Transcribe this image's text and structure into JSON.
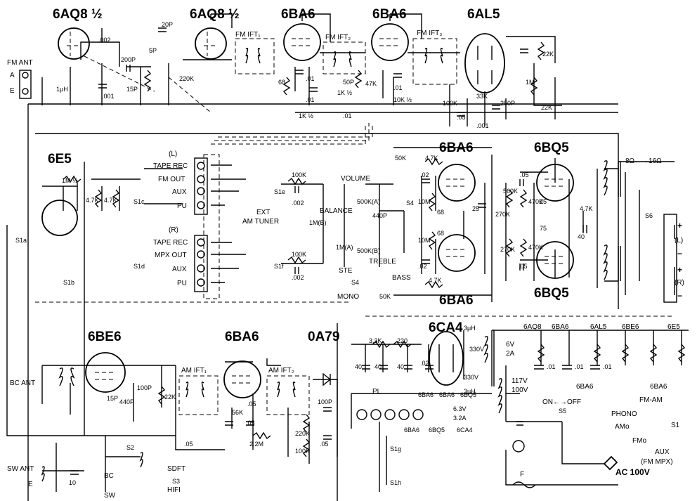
{
  "tubes": {
    "t1": "6AQ8 ½",
    "t2": "6AQ8 ½",
    "t3": "6BA6",
    "t4": "6BA6",
    "t5": "6AL5",
    "t6": "6E5",
    "t7": "6BA6",
    "t8": "6BQ5",
    "t9": "6BA6",
    "t10": "6BQ5",
    "t11": "6BE6",
    "t12": "6BA6",
    "t13": "0A79",
    "t14": "6CA4"
  },
  "ifts": {
    "fm1": "FM IFT₁",
    "fm2": "FM IFT₂",
    "fm3": "FM IFT₃",
    "am1": "AM IFT₁",
    "am2": "AM IFT₂"
  },
  "labels": {
    "fm_ant": "FM ANT",
    "ant_a": "A",
    "ant_e": "E",
    "bc_ant": "BC ANT",
    "sw_ant": "SW ANT",
    "sw_e": "E",
    "bc": "BC",
    "sw": "SW",
    "l_ch": "(L)",
    "r_ch": "(R)",
    "tape_rec_l": "TAPE REC",
    "fm_out": "FM OUT",
    "aux_l": "AUX",
    "pu_l": "PU",
    "tape_rec_r": "TAPE REC",
    "mpx_out": "MPX OUT",
    "aux_r": "AUX",
    "pu_r": "PU",
    "ext": "EXT",
    "am_tuner": "AM TUNER",
    "volume": "VOLUME",
    "balance": "BALANCE",
    "treble": "TREBLE",
    "bass": "BASS",
    "ste": "STE",
    "mono": "MONO",
    "s4": "S4",
    "s4b": "S4",
    "s1a": "S1a",
    "s1b": "S1b",
    "s1c": "S1c",
    "s1d": "S1d",
    "s1e": "S1e",
    "s1f": "S1f",
    "s1g": "S1g",
    "s1h": "S1h",
    "s2": "S2",
    "s3": "S3",
    "s5": "S5",
    "s6": "S6",
    "s1": "S1",
    "sdft": "SDFT",
    "hifi": "HIFI",
    "pl": "PL",
    "imp": "8Ω←→16Ω",
    "out_l": "(L)",
    "out_r": "(R)",
    "on_off": "ON←→OFF",
    "ac": "AC 100V",
    "fuse": "F",
    "sel_fm_am": "FM-AM",
    "sel_phono": "PHONO",
    "sel_amo": "AMo",
    "sel_fmo": "FMo",
    "sel_aux": "AUX",
    "sel_fmmpx": "(FM MPX)",
    "heater_6v": "6V",
    "heater_2a": "2A",
    "v117": "117V",
    "v100": "100V",
    "v330a": "330V",
    "v330b": "330V",
    "h63": "6.3V",
    "h32": "3.2A",
    "hl1": "6BA6",
    "hl2": "6BA6",
    "hl3": "6BQ5",
    "hl4": "6BA6",
    "hl5": "6BQ5",
    "hl6": "6CA4",
    "fh1": "6AQ8",
    "fh2": "6BA6",
    "fh3": "6AL5",
    "fh4": "6BE6",
    "fh5": "6E5",
    "fh6": "6BA6",
    "fh7": "6BA6",
    "plus_l": "+",
    "minus_l": "−",
    "plus_r": "+",
    "minus_r": "−"
  },
  "values": {
    "c002": ".002",
    "c001a": ".001",
    "c200p": "200P",
    "c15p": "15P",
    "c20p": "20P",
    "c5p": "5P",
    "r220k": "220K",
    "l1uh": "1μH",
    "r68a": "68",
    "c01a": ".01",
    "c01b": ".01",
    "r1k2": "1K ½",
    "r1k2b": "1K ½",
    "c50p": "50P",
    "r47k": "47K",
    "c01c": ".01",
    "r10k2": "10K ½",
    "r100k": "100K",
    "r33k": "33K",
    "c250p": "250P",
    "c05a": ".05",
    "c001b": ".001",
    "r1m": "1M",
    "r22ka": "22K",
    "r22kb": "22K",
    "c01d": ".01",
    "r1m2": "1M ½",
    "r47ka": "4.7K",
    "r47kb": "4.7K",
    "r50ka": "50K",
    "r47kc": "4.7K",
    "c02a": ".02",
    "c05b": ".05",
    "r100ka": "100K",
    "c002a": ".002",
    "r1ma": "1M(A)",
    "r1mb": "1M(B)",
    "r500ka": "500K(A)",
    "c440p": "440P",
    "r500kb": "500K(B)",
    "r10ma": "10M",
    "r10mb": "10M",
    "r68b": "68",
    "r68c": "68",
    "r25": "25",
    "r270ka": "270K",
    "r560k": "560K",
    "r470ka": "470K",
    "r25b": "25",
    "r75": "75",
    "r47kd": "4.7K",
    "c40a": "40",
    "r270kb": "270K",
    "r470kb": "470K",
    "c05c": ".05",
    "c02b": ".02",
    "r100kb": "100K",
    "c002b": ".002",
    "r50kb": "50K",
    "r47ke": "4.7K",
    "r33kb": "3.3K",
    "r220": "220",
    "c40b": "40",
    "c40c": "40",
    "c40d": "40",
    "c01e": ".01",
    "c01f": ".01",
    "c01g": ".01",
    "c02c": ".02",
    "c440pb": "440P",
    "c100p": "100P",
    "c15pb": "15P",
    "r22kc": "22K",
    "c05d": ".05",
    "c05e": ".05",
    "c05f": ".05",
    "r56k": "56K",
    "r2m2": "2.2M",
    "r220kb": "220K",
    "r100kc": "100K",
    "c100pb": "100P",
    "c05g": ".05",
    "c10": "10",
    "sh1": "3μH",
    "sh2": "3μH"
  }
}
